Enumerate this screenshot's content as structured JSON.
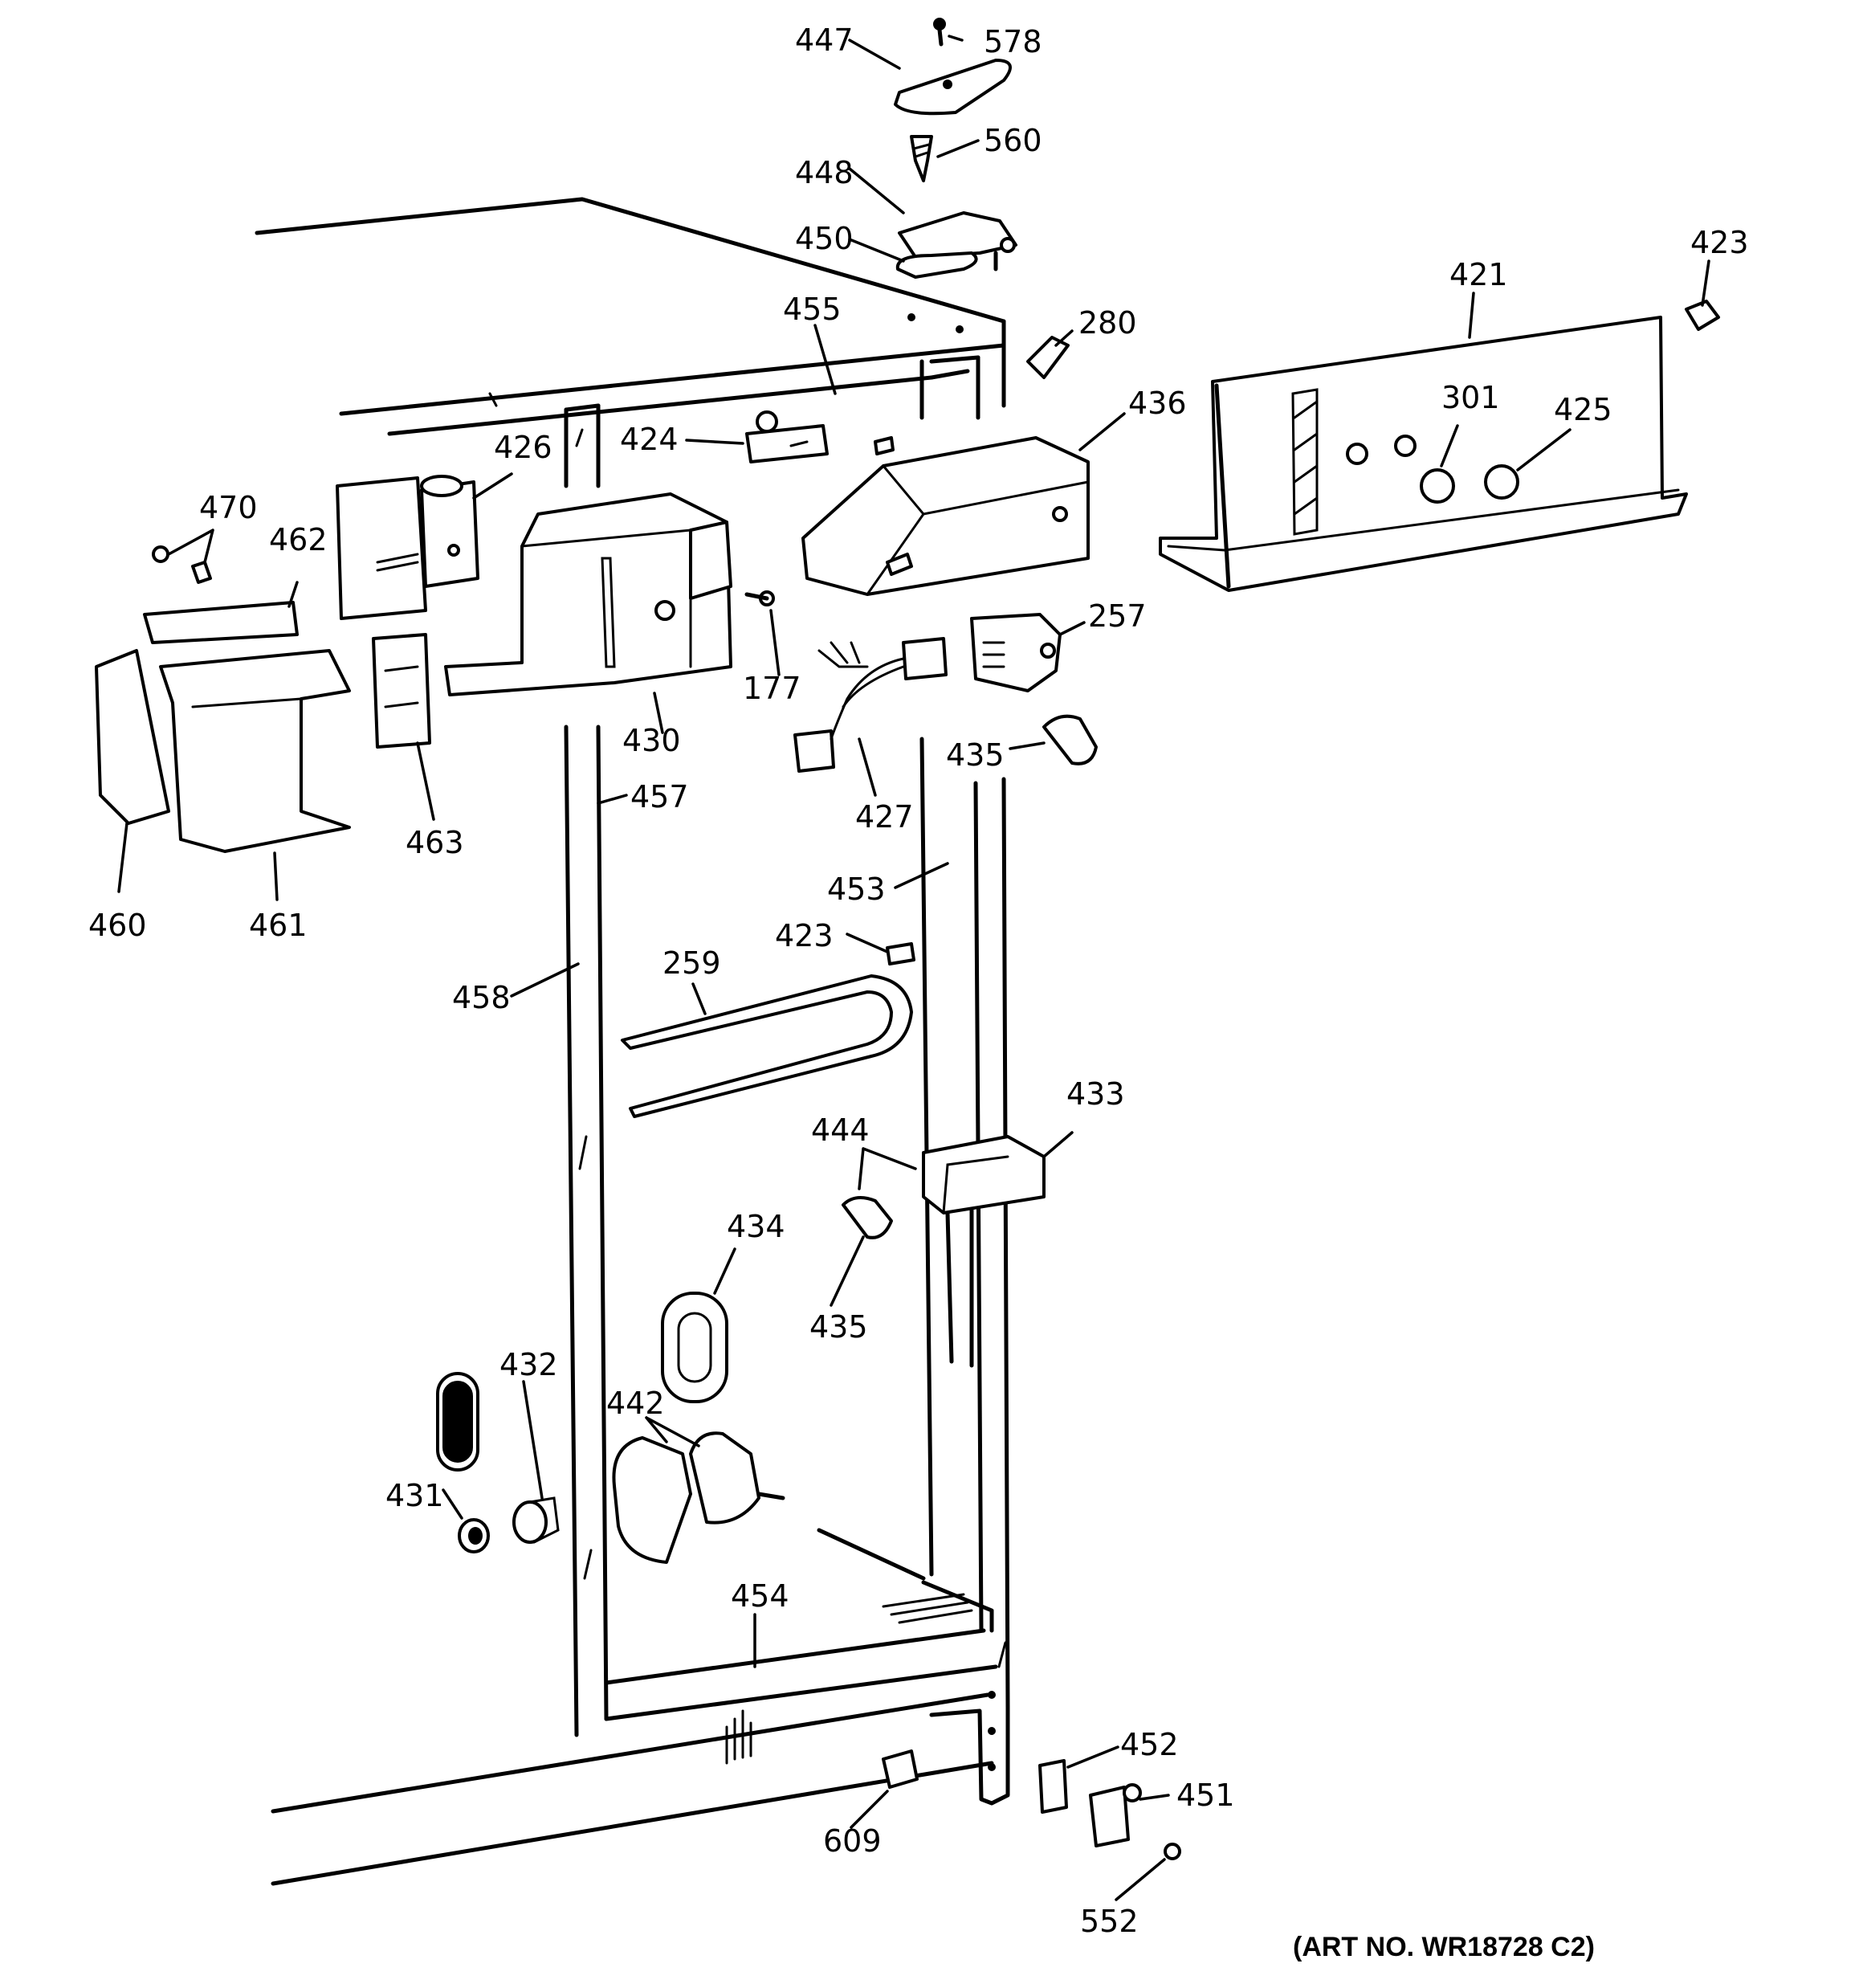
{
  "diagram": {
    "art_number": "(ART NO. WR18728 C2)",
    "callouts": {
      "c578": "578",
      "c447": "447",
      "c560": "560",
      "c448": "448",
      "c450": "450",
      "c455": "455",
      "c280": "280",
      "c421": "421",
      "c423a": "423",
      "c436": "436",
      "c301": "301",
      "c425": "425",
      "c424": "424",
      "c426": "426",
      "c470": "470",
      "c462": "462",
      "c257": "257",
      "c177": "177",
      "c430": "430",
      "c435a": "435",
      "c427": "427",
      "c457": "457",
      "c463": "463",
      "c460": "460",
      "c461": "461",
      "c453": "453",
      "c423b": "423",
      "c259": "259",
      "c458": "458",
      "c433": "433",
      "c444": "444",
      "c434": "434",
      "c435b": "435",
      "c432": "432",
      "c442": "442",
      "c431": "431",
      "c454": "454",
      "c452": "452",
      "c451": "451",
      "c609": "609",
      "c552": "552"
    }
  }
}
